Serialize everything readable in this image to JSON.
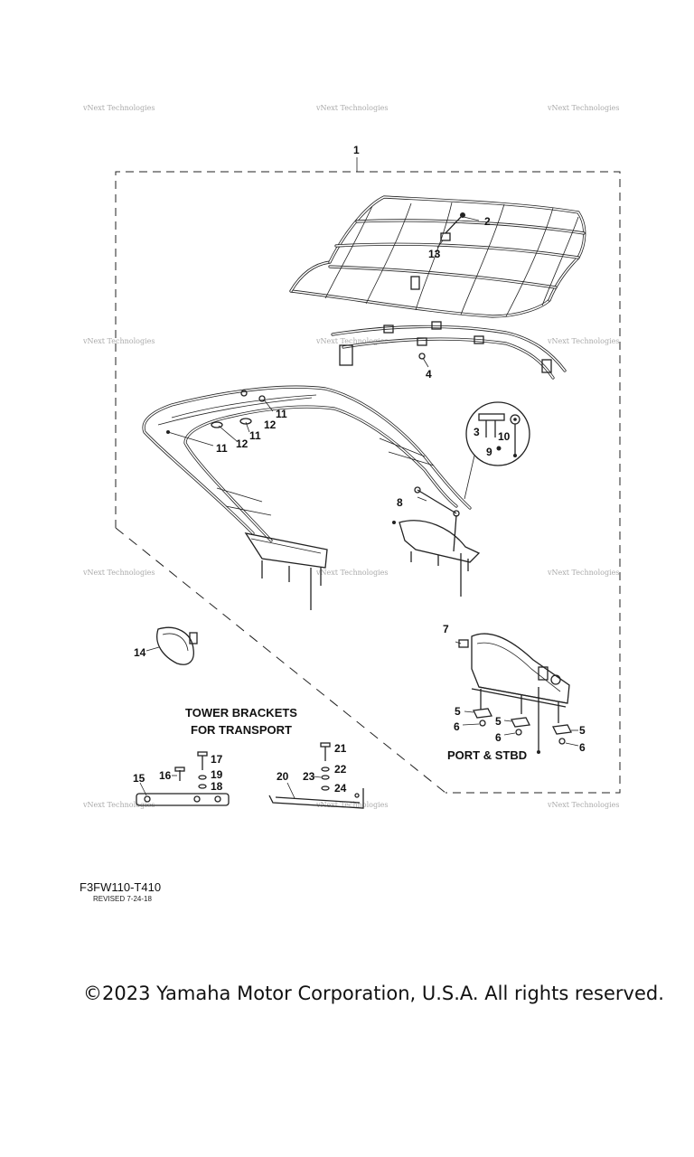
{
  "callouts": {
    "c1": "1",
    "c2": "2",
    "c3": "3",
    "c4": "4",
    "c5": "5",
    "c6": "6",
    "c7": "7",
    "c8": "8",
    "c9": "9",
    "c10": "10",
    "c11": "11",
    "c12": "12",
    "c13": "13",
    "c14": "14",
    "c15": "15",
    "c16": "16",
    "c17": "17",
    "c18": "18",
    "c19": "19",
    "c20": "20",
    "c21": "21",
    "c22": "22",
    "c23": "23",
    "c24": "24"
  },
  "headings": {
    "tower_brackets_line1": "TOWER BRACKETS",
    "tower_brackets_line2": "FOR TRANSPORT",
    "port_stbd": "PORT & STBD"
  },
  "watermark": "vNext Technologies",
  "drawing_code": "F3FW110-T410",
  "revised": "REVISED 7-24-18",
  "copyright": "©2023 Yamaha Motor Corporation, U.S.A. All rights reserved.",
  "colors": {
    "line": "#222222",
    "watermark": "#aaaaaa",
    "background": "#ffffff"
  }
}
